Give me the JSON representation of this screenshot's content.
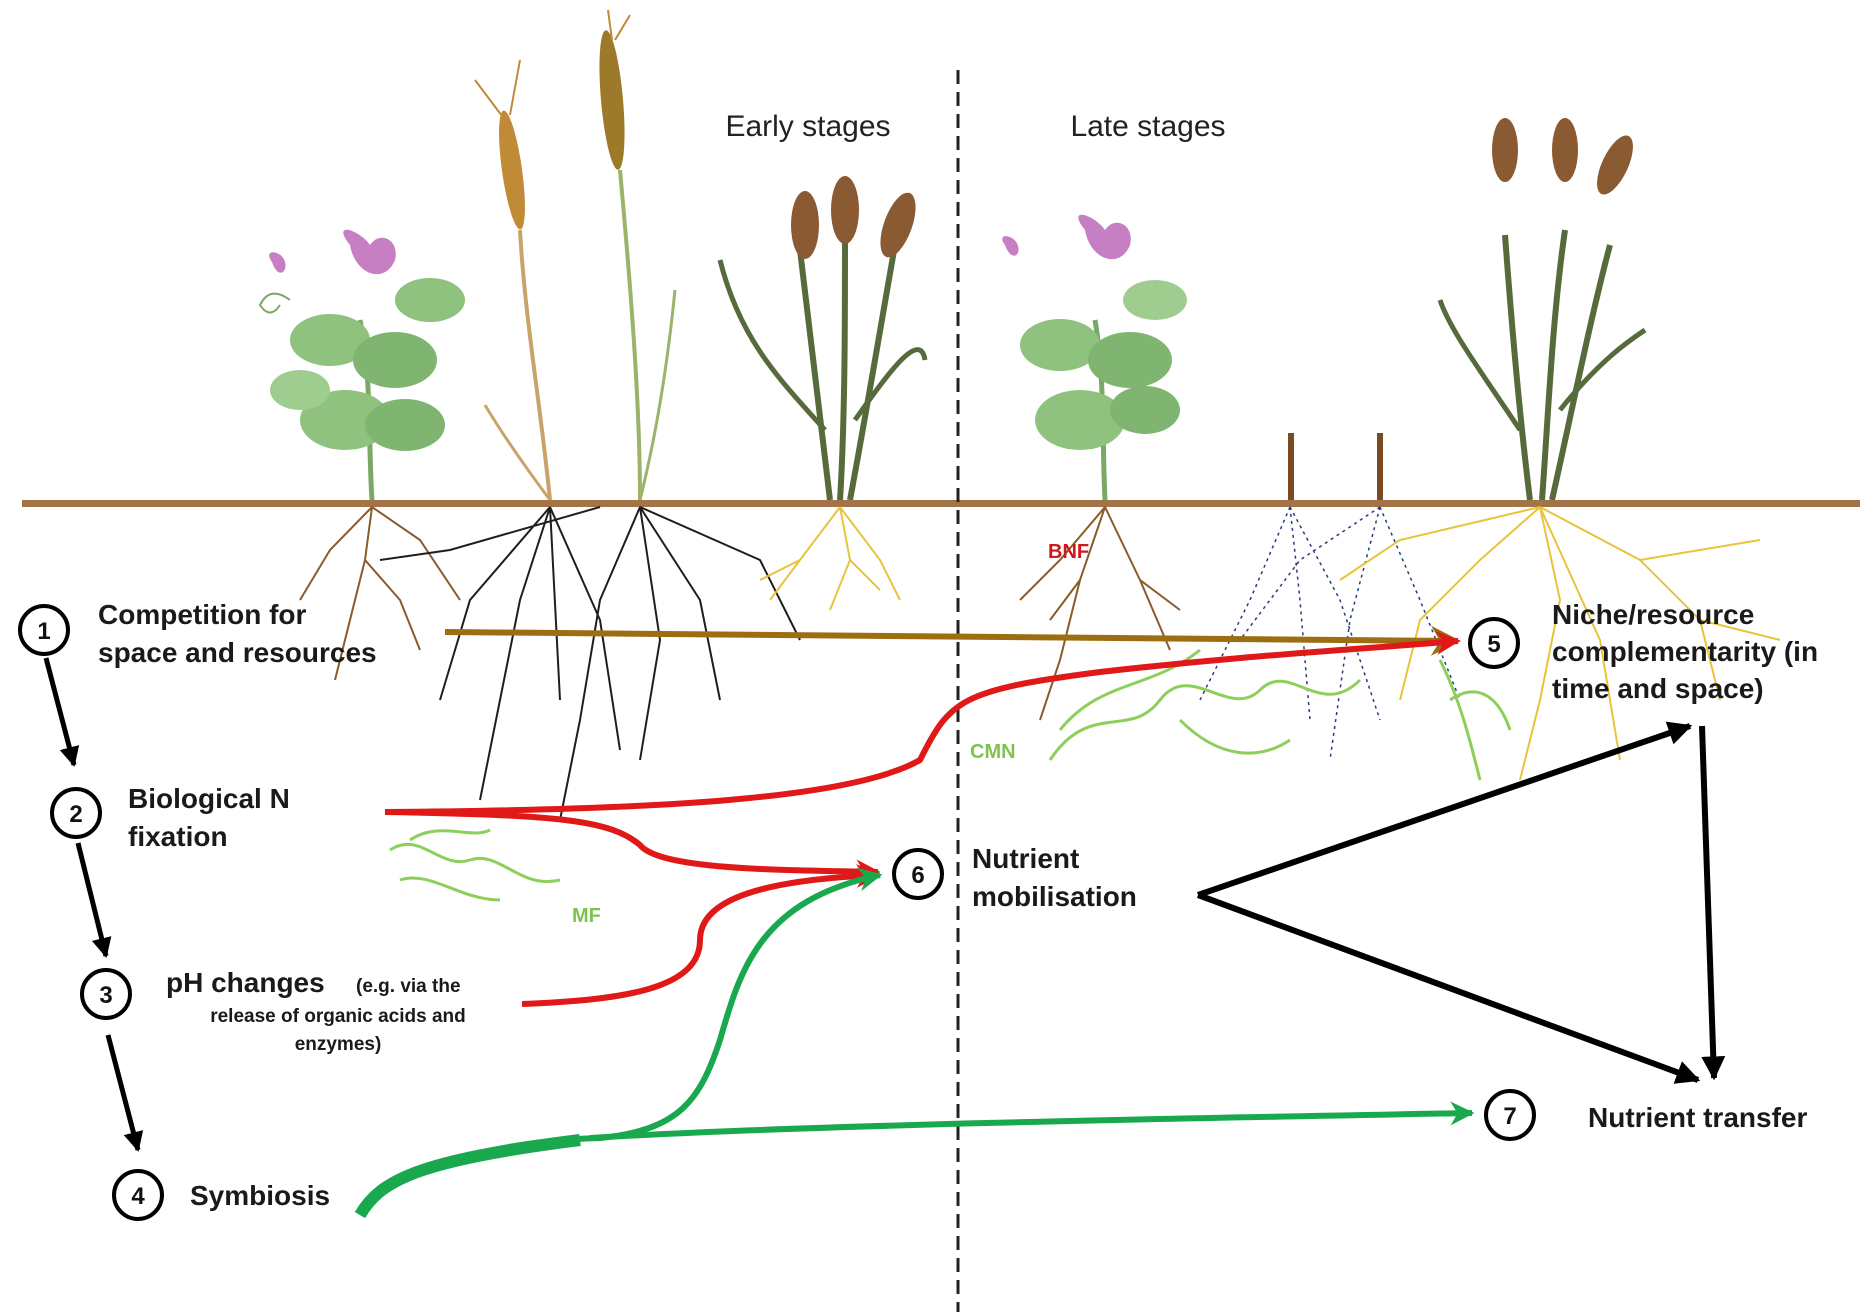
{
  "stages": {
    "early": "Early stages",
    "late": "Late stages"
  },
  "root_labels": {
    "bnf": "BNF",
    "cmn": "CMN",
    "mf": "MF"
  },
  "processes": [
    {
      "num": "1",
      "lines": [
        "Competition for",
        "space and resources"
      ]
    },
    {
      "num": "2",
      "lines": [
        "Biological N",
        "fixation"
      ]
    },
    {
      "num": "3",
      "lines": [
        "pH changes"
      ],
      "note_lines": [
        "(e.g. via the",
        "release of organic acids and",
        "enzymes)"
      ]
    },
    {
      "num": "4",
      "lines": [
        "Symbiosis"
      ]
    },
    {
      "num": "5",
      "lines": [
        "Niche/resource",
        "complementarity (in",
        "time and space)"
      ]
    },
    {
      "num": "6",
      "lines": [
        "Nutrient",
        "mobilisation"
      ]
    },
    {
      "num": "7",
      "lines": [
        "Nutrient transfer"
      ]
    }
  ],
  "colors": {
    "soil": "#a37447",
    "competition_arrow": "#9c6e12",
    "bnf_arrow": "#e01818",
    "symbiosis_arrow": "#1aa84f",
    "outcome_arrow": "#000000",
    "legume_root": "#8b5a2b",
    "cereal_root": "#e8c43c",
    "grass_root": "#1e1e1e",
    "fungi": "#8ccf5a",
    "flower": "#c77fc4",
    "leaf": "#8fc27f"
  }
}
